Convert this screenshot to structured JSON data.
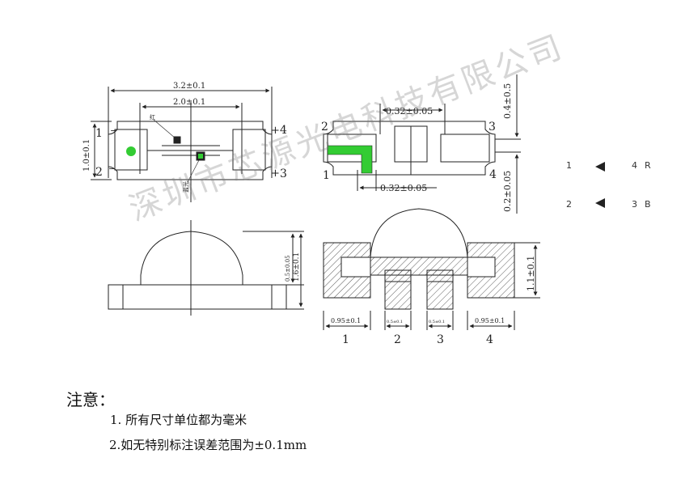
{
  "dims": {
    "total_length": "3.2±0.1",
    "inner_length": "2.0±0.1",
    "width": "1.0±0.1",
    "pad_width_top": "0.32±0.05",
    "pad_width_bottom": "0.32±0.05",
    "top_extent": "0.4±0.5",
    "gap": "0.2±0.05",
    "height_total": "1.6±0.1",
    "lens_base": "0.5±0.05",
    "side_height": "1.1±0.1",
    "pad_outer": "0.95±0.1",
    "pad_inner": "0.5±0.1"
  },
  "pins": {
    "p1": "1",
    "p2": "2",
    "p3": "3",
    "p4": "4",
    "p1_sign": "−",
    "p2_sign": "−",
    "p3_sign": "+",
    "p4_sign": "+"
  },
  "chip_labels": {
    "red": "红",
    "blue": "蓝光"
  },
  "schematic": {
    "left_top": "1",
    "right_top": "4",
    "letter_top": "R",
    "left_bottom": "2",
    "right_bottom": "3",
    "letter_bottom": "B"
  },
  "bottom_pins": [
    "1",
    "2",
    "3",
    "4"
  ],
  "watermark": "深圳市芯源光电科技有限公司",
  "notes": {
    "title": "注意：",
    "line1": "1. 所有尺寸单位都为毫米",
    "line2": "2.如无特别标注误差范围为±0.1mm"
  },
  "colors": {
    "green": "#33cc33",
    "line": "#222222"
  }
}
